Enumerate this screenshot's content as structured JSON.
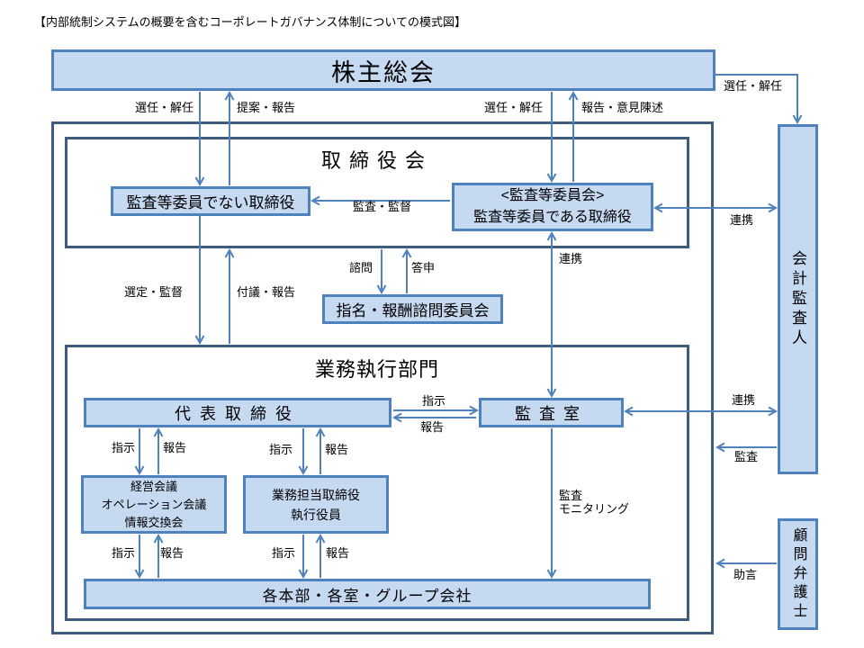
{
  "title": "【内部統制システムの概要を含むコーポレートガバナンス体制についての模式図】",
  "boxes": {
    "shareholders_meeting": "株主総会",
    "board_of_directors": "取締役会",
    "directors_not_audit_committee": "監査等委員でない取締役",
    "audit_committee_header": "<監査等委員会>",
    "audit_committee_members": "監査等委員である取締役",
    "nomination_compensation_committee": "指名・報酬諮問委員会",
    "business_execution_division": "業務執行部門",
    "representative_director": "代表取締役",
    "audit_office": "監査室",
    "management_meeting": "経営会議",
    "operation_meeting": "オペレーション会議",
    "information_exchange": "情報交換会",
    "operating_directors": "業務担当取締役",
    "executive_officers": "執行役員",
    "group_companies": "各本部・各室・グループ会社",
    "accounting_auditor": "会計監査人",
    "legal_advisor": "顧問弁護士"
  },
  "arrow_labels": {
    "appoint_dismiss_board": "選任・解任",
    "proposal_report": "提案・報告",
    "appoint_dismiss_committee": "選任・解任",
    "report_opinion": "報告・意見陳述",
    "appoint_dismiss_auditor": "選任・解任",
    "audit_supervision": "監査・監督",
    "cooperation_committee_auditor": "連携",
    "consultation": "諮問",
    "reply": "答申",
    "selection_supervision": "選定・監督",
    "submission_report": "付議・報告",
    "cooperation_committee_office": "連携",
    "instruction_office": "指示",
    "report_office": "報告",
    "cooperation_office_auditor": "連携",
    "audit_company": "監査",
    "instruction_mgmt": "指示",
    "report_mgmt": "報告",
    "instruction_op": "指示",
    "report_op": "報告",
    "audit_monitoring_line1": "監査",
    "audit_monitoring_line2": "モニタリング",
    "instruction_mgmt_group": "指示",
    "report_mgmt_group": "報告",
    "instruction_op_group": "指示",
    "report_op_group": "報告",
    "advice": "助言"
  },
  "colors": {
    "box_fill": "#c5d9f1",
    "box_border": "#4f81bd",
    "frame_border": "#3e5c7e",
    "arrow": "#4f81bd"
  }
}
